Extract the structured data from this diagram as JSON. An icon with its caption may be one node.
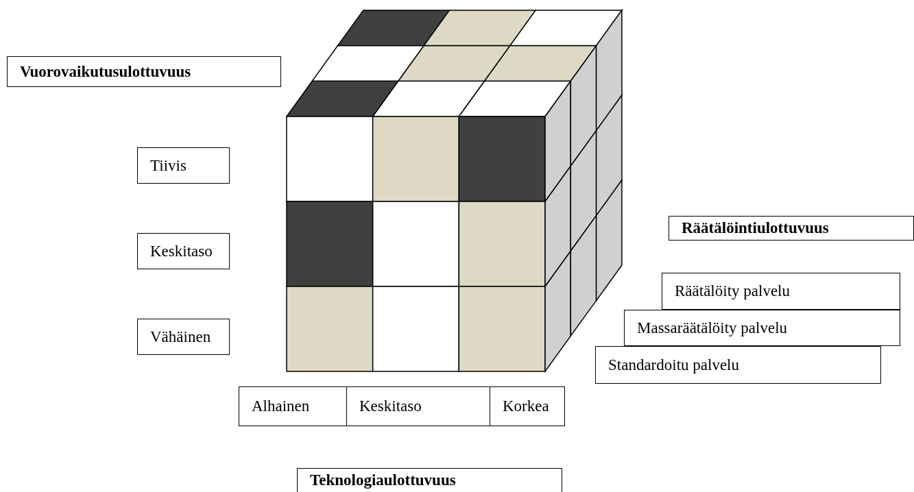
{
  "diagram": {
    "nodes": [
      {
        "text": [
          "Vuorovaikutusulottuvuus"
        ]
      },
      {
        "text": [
          "Tiivis"
        ]
      },
      {
        "text": [
          "Keskitaso"
        ]
      },
      {
        "text": [
          "Vähäinen"
        ]
      },
      {
        "text": [
          "Räätälöintiulottuvuus"
        ]
      },
      {
        "text": [
          "Räätälöity palvelu"
        ]
      },
      {
        "text": [
          "Massaräätälöity palvelu"
        ]
      },
      {
        "text": [
          "Standardoitu palvelu"
        ]
      },
      {
        "text": [
          "Alhainen"
        ]
      },
      {
        "text": [
          "Keskitaso"
        ]
      },
      {
        "text": [
          "Korkea"
        ]
      },
      {
        "text": [
          "Teknologiaulottuvuus"
        ]
      }
    ]
  }
}
